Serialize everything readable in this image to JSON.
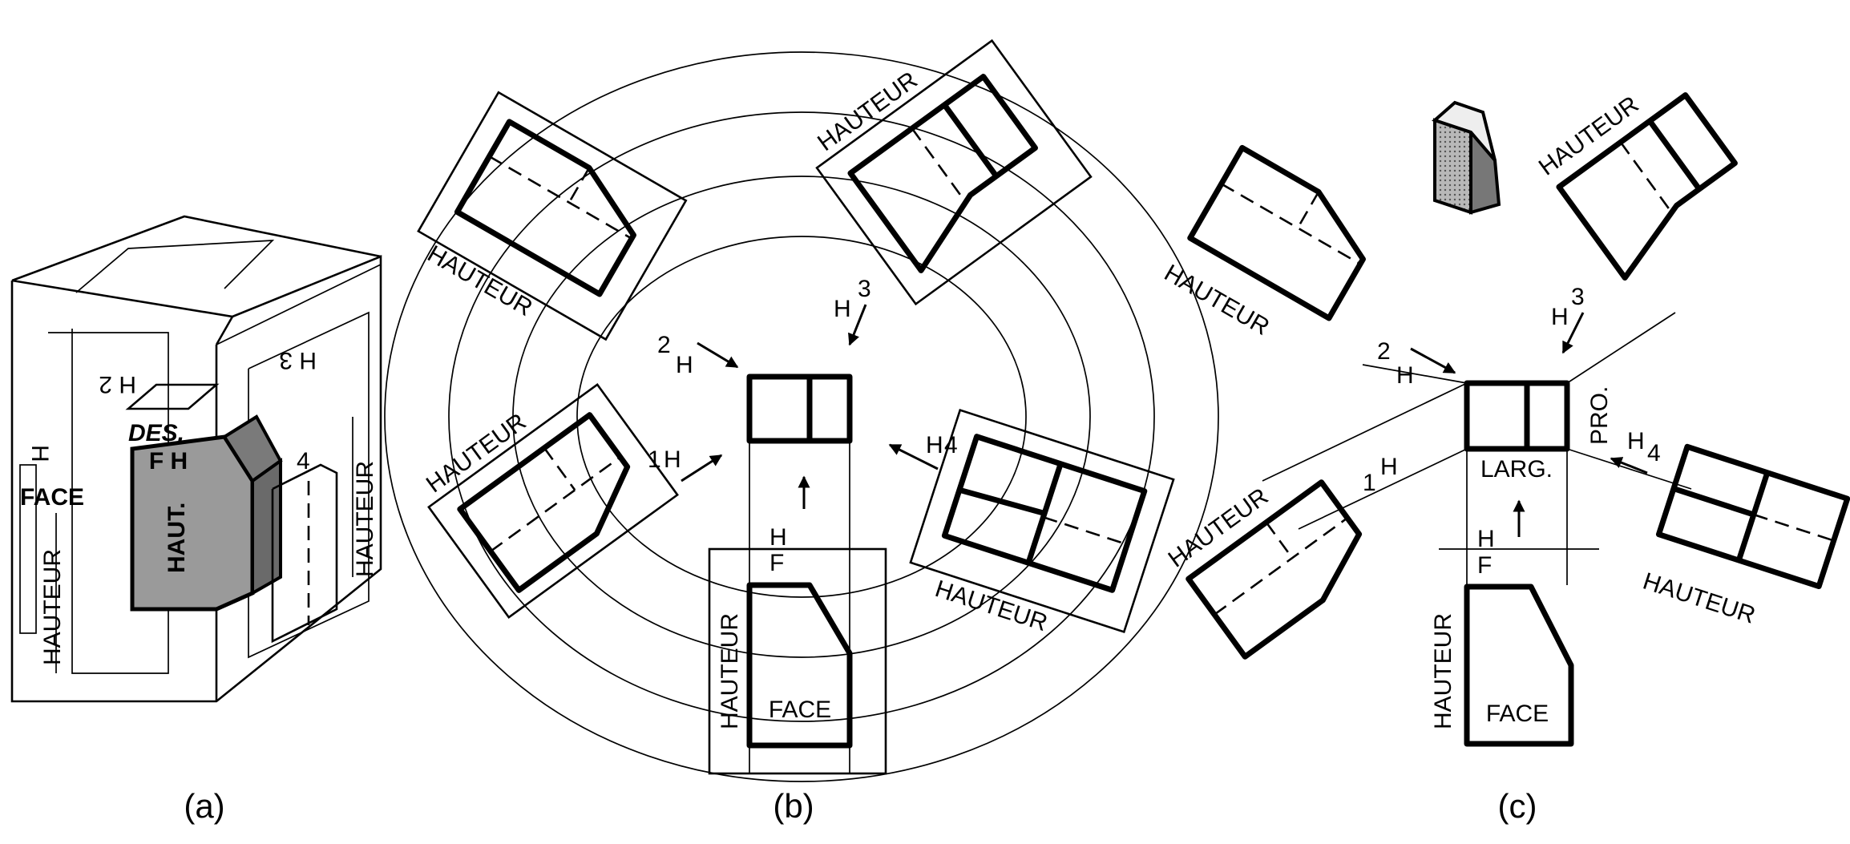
{
  "panels": [
    {
      "id": "a",
      "caption": "(a)",
      "labels": {
        "face": "FACE",
        "des": "DES.",
        "haut": "HAUT.",
        "hauteur_left": "HAUTEUR",
        "hauteur_right": "HAUTEUR",
        "h_left": "H",
        "h2": "H 2",
        "h3": "H 3",
        "fh": "F H",
        "num4": "4"
      }
    },
    {
      "id": "b",
      "caption": "(b)",
      "labels": {
        "face": "FACE",
        "hauteur": "HAUTEUR",
        "h": "H",
        "f": "F",
        "n1": "1",
        "n2": "2",
        "n3": "3",
        "n4": "4"
      }
    },
    {
      "id": "c",
      "caption": "(c)",
      "labels": {
        "face": "FACE",
        "hauteur": "HAUTEUR",
        "h": "H",
        "f": "F",
        "larg": "LARG.",
        "pro": "PRO.",
        "n1": "1",
        "n2": "2",
        "n3": "3",
        "n4": "4"
      }
    }
  ],
  "colors": {
    "ink": "#000000",
    "shade": "#9a9a9a",
    "paper": "#ffffff"
  }
}
